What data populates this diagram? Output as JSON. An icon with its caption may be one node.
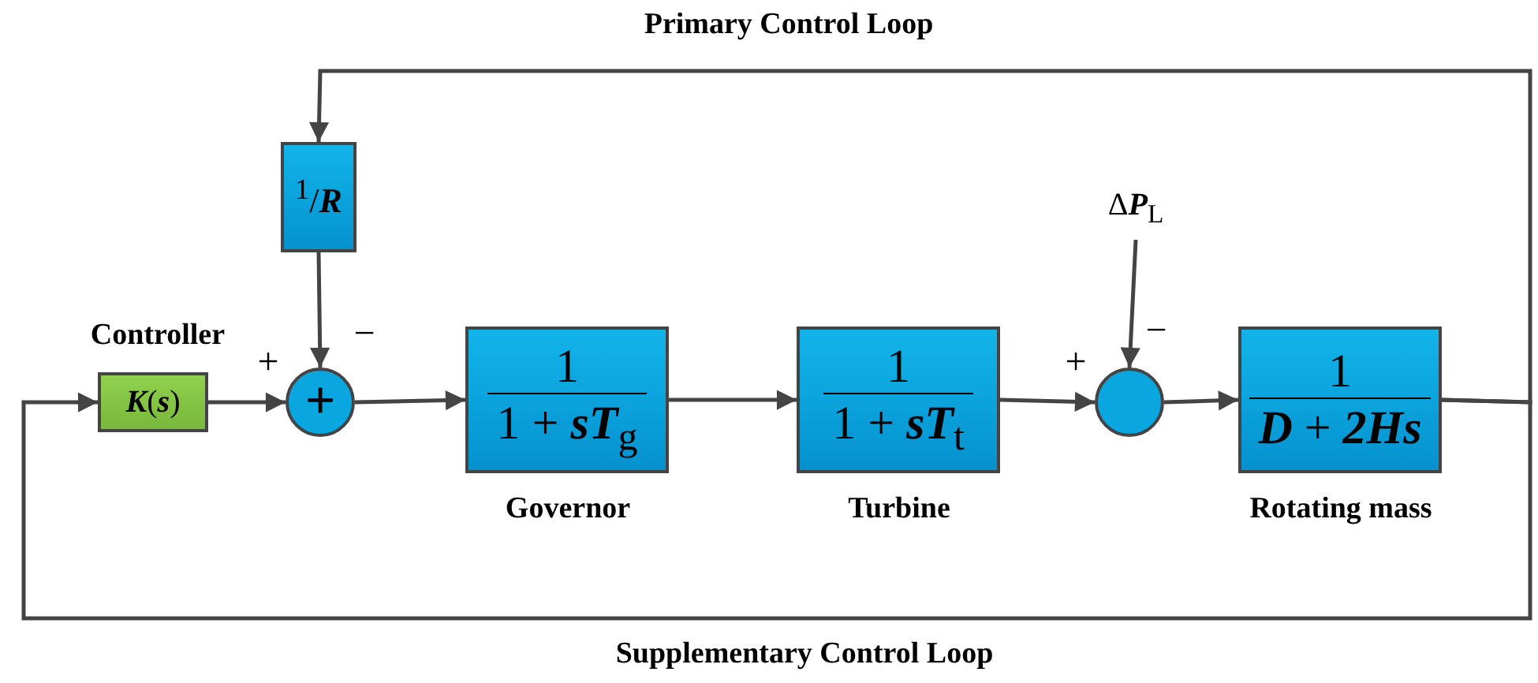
{
  "diagram": {
    "nodes": [
      {
        "text": [
          "$^{1}$/**R**"
        ]
      },
      {
        "text": [
          "**K**(**s**)"
        ],
        "beside": [
          "Controller"
        ]
      },
      {
        "text": [
          "+"
        ]
      },
      {
        "text": [
          "1",
          "1 + **sT**$_{g}$"
        ],
        "beside": [
          "Governor"
        ]
      },
      {
        "text": [
          "1",
          "1 + **sT**$_{t}$"
        ],
        "beside": [
          "Turbine"
        ]
      },
      {
        "text": [],
        "shape": "circle"
      },
      {
        "text": [
          "1",
          "**D** + **2Hs**"
        ],
        "beside": [
          "Rotating mass"
        ]
      },
      {
        "text": [
          "Δ**P**$_{L}$"
        ]
      }
    ],
    "edges": [
      {
        "from": 6,
        "to": 0,
        "arrow": "to"
      },
      {
        "from": 0,
        "to": 2,
        "arrow": "to"
      },
      {
        "from": 1,
        "to": 2,
        "arrow": "to"
      },
      {
        "from": 2,
        "to": 3,
        "arrow": "to"
      },
      {
        "from": 3,
        "to": 4,
        "arrow": "to"
      },
      {
        "from": 4,
        "to": 5,
        "arrow": "to"
      },
      {
        "from": 7,
        "to": 5,
        "arrow": "to"
      },
      {
        "from": 5,
        "to": 6,
        "arrow": "to"
      },
      {
        "from": 6,
        "to": 1,
        "arrow": "to"
      }
    ],
    "labels": [
      "Primary Control Loop",
      "+",
      "−",
      "−",
      "+",
      "Supplementary Control Loop"
    ]
  }
}
